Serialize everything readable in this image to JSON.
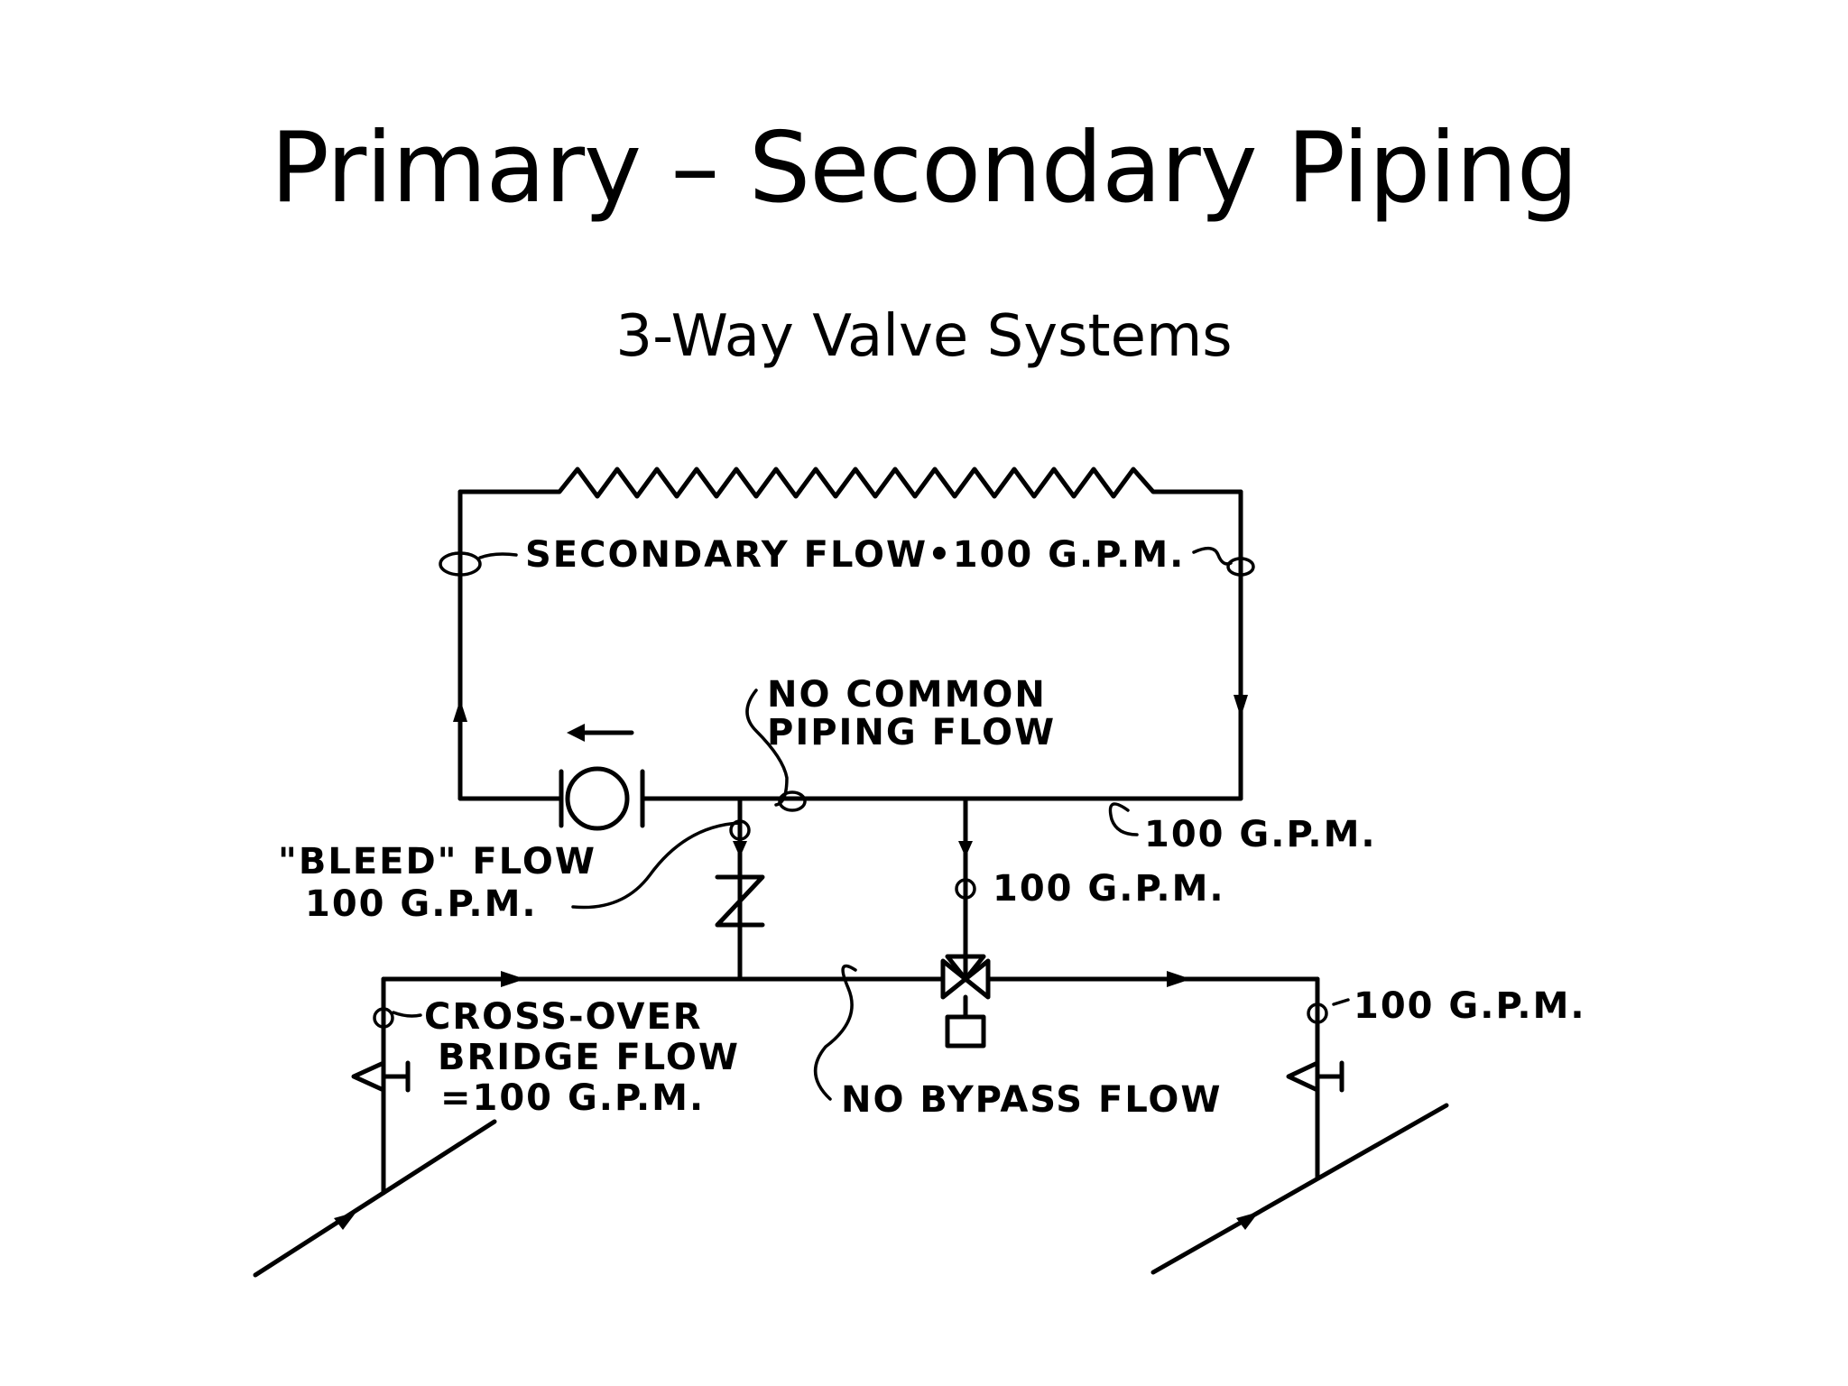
{
  "slide": {
    "title": "Primary – Secondary Piping",
    "subtitle": "3-Way Valve Systems"
  },
  "diagram": {
    "labels": {
      "secondary_flow": "SECONDARY FLOW•100 G.P.M.",
      "no_common_line1": "NO COMMON",
      "no_common_line2": "PIPING FLOW",
      "flow_right": "100 G.P.M.",
      "bleed_line1": "\"BLEED\" FLOW",
      "bleed_line2": "100 G.P.M.",
      "valve_flow": "100 G.P.M.",
      "crossover_line1": "CROSS-OVER",
      "crossover_line2": "BRIDGE FLOW",
      "crossover_line3": "=100 G.P.M.",
      "no_bypass": "NO BYPASS FLOW",
      "outlet_flow": "100 G.P.M."
    }
  }
}
